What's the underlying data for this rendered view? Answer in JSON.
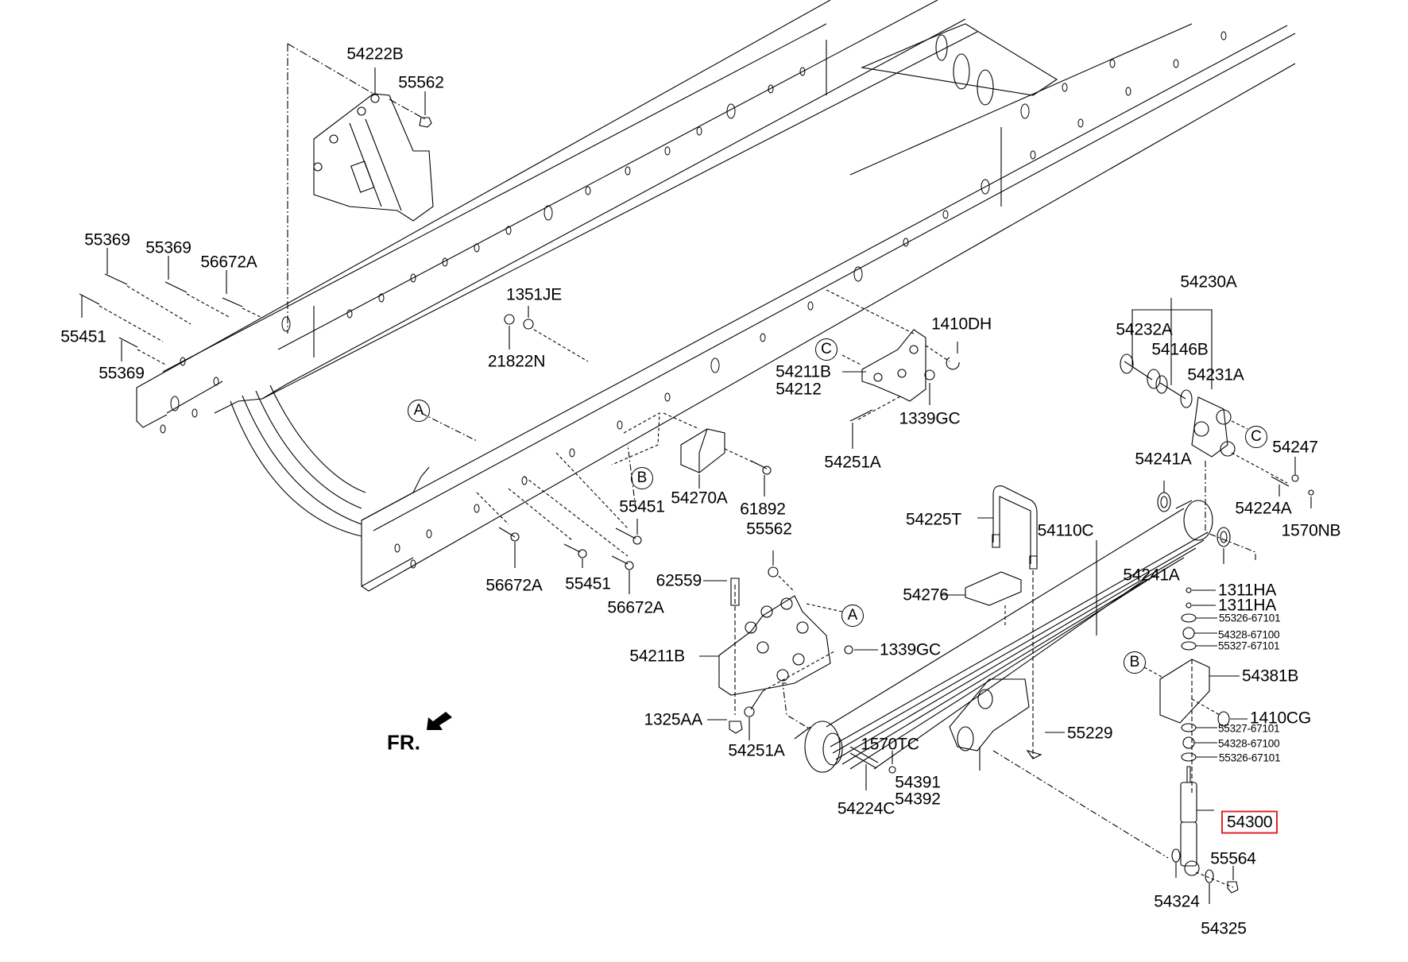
{
  "title": "Rear spring & shock absorber exploded parts diagram",
  "highlight_color": "#e0262b",
  "orientation_label": "FR.",
  "callouts": {
    "a": "A",
    "b": "B",
    "c": "C"
  },
  "labels": {
    "p54222B": "54222B",
    "p55562_top": "55562",
    "p55369_1": "55369",
    "p55369_2": "55369",
    "p56672A_top": "56672A",
    "p55451_left": "55451",
    "p55369_3": "55369",
    "p1351JE": "1351JE",
    "p21822N": "21822N",
    "p1410DH": "1410DH",
    "p54211B_upper": "54211B",
    "p54212": "54212",
    "p1339GC_upper": "1339GC",
    "p54251A_upper": "54251A",
    "p54230A": "54230A",
    "p54232A": "54232A",
    "p54146B": "54146B",
    "p54231A": "54231A",
    "p54247": "54247",
    "p54224A": "54224A",
    "p1570NB": "1570NB",
    "p54241A_top": "54241A",
    "p54241A_lower": "54241A",
    "p54225T": "54225T",
    "p54110C": "54110C",
    "p54276": "54276",
    "p1311HA_1": "1311HA",
    "p1311HA_2": "1311HA",
    "p55326_top": "55326-67101",
    "p54328_top": "54328-67100",
    "p55327_top": "55327-67101",
    "p54381B": "54381B",
    "p1410CG": "1410CG",
    "p55327_bot": "55327-67101",
    "p54328_bot": "54328-67100",
    "p55326_bot": "55326-67101",
    "p54300": "54300",
    "p55564": "55564",
    "p54324": "54324",
    "p54325": "54325",
    "p55229": "55229",
    "p54391": "54391",
    "p54392": "54392",
    "p54224C": "54224C",
    "p1570TC": "1570TC",
    "p54251A_lower": "54251A",
    "p1325AA": "1325AA",
    "p54211B_lower": "54211B",
    "p1339GC_lower": "1339GC",
    "p62559": "62559",
    "p55562_mid": "55562",
    "p54270A": "54270A",
    "p61892": "61892",
    "p55451_mid": "55451",
    "p56672A_bl": "56672A",
    "p55451_bot": "55451",
    "p56672A_br": "56672A"
  }
}
